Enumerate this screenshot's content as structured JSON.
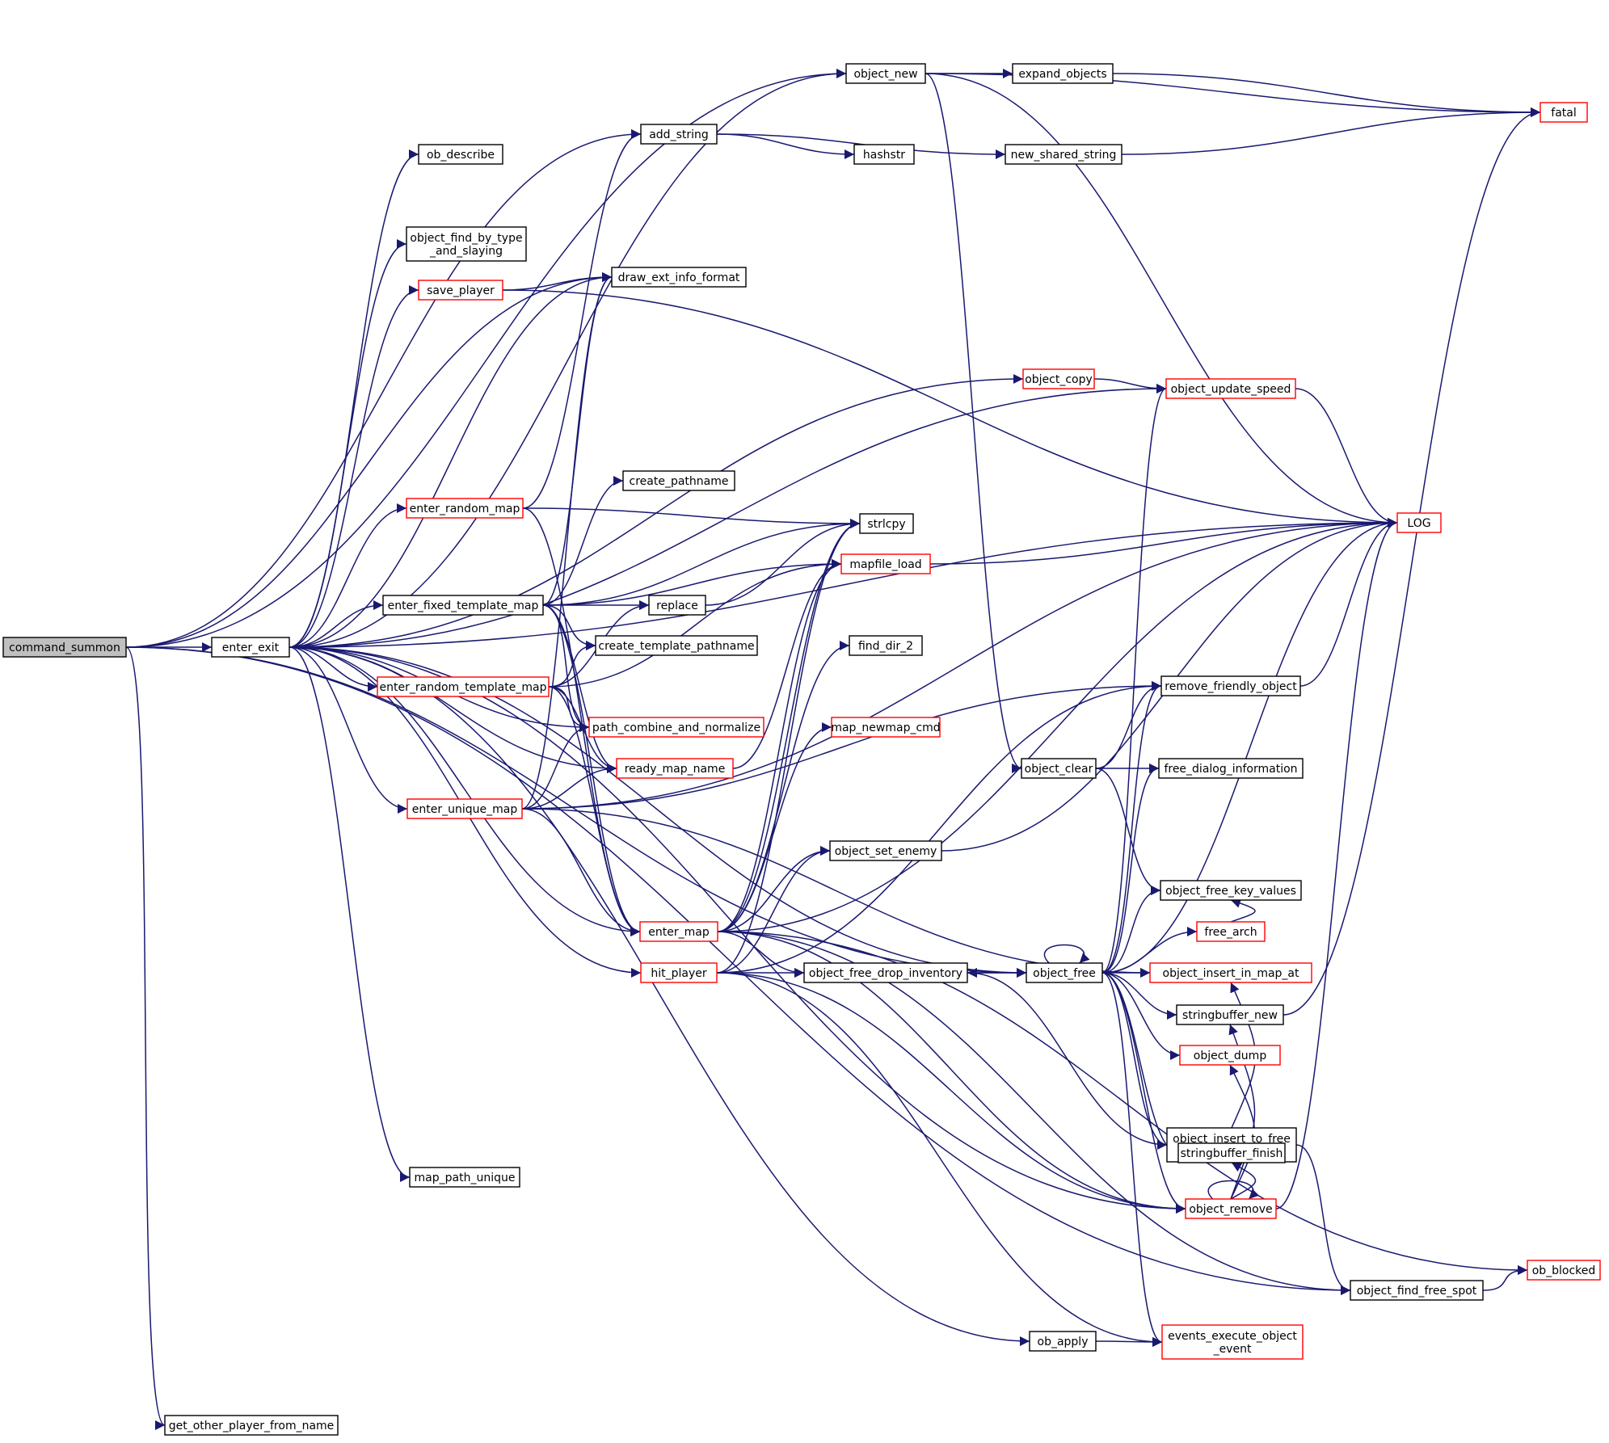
{
  "colors": {
    "edge": "#191970",
    "border_normal": "#000000",
    "border_truncated": "#ff0000",
    "highlight_fill": "#bfbfbf"
  },
  "nodes": [
    {
      "id": "command_summon",
      "label": "command_summon",
      "style": "highlight"
    },
    {
      "id": "enter_exit",
      "label": "enter_exit",
      "style": "normal"
    },
    {
      "id": "get_other_player_from_name",
      "label": "get_other_player_from_name",
      "style": "normal"
    },
    {
      "id": "object_new",
      "label": "object_new",
      "style": "normal"
    },
    {
      "id": "add_string",
      "label": "add_string",
      "style": "normal"
    },
    {
      "id": "ob_describe",
      "label": "ob_describe",
      "style": "normal"
    },
    {
      "id": "object_find_by_type_and_slaying",
      "label": "object_find_by_type\n_and_slaying",
      "style": "normal"
    },
    {
      "id": "save_player",
      "label": "save_player",
      "style": "truncated"
    },
    {
      "id": "draw_ext_info_format",
      "label": "draw_ext_info_format",
      "style": "normal"
    },
    {
      "id": "create_pathname",
      "label": "create_pathname",
      "style": "normal"
    },
    {
      "id": "enter_random_map",
      "label": "enter_random_map",
      "style": "truncated"
    },
    {
      "id": "strlcpy",
      "label": "strlcpy",
      "style": "normal"
    },
    {
      "id": "mapfile_load",
      "label": "mapfile_load",
      "style": "truncated"
    },
    {
      "id": "enter_fixed_template_map",
      "label": "enter_fixed_template_map",
      "style": "normal"
    },
    {
      "id": "replace",
      "label": "replace",
      "style": "normal"
    },
    {
      "id": "create_template_pathname",
      "label": "create_template_pathname",
      "style": "normal"
    },
    {
      "id": "find_dir_2",
      "label": "find_dir_2",
      "style": "normal"
    },
    {
      "id": "enter_random_template_map",
      "label": "enter_random_template_map",
      "style": "truncated"
    },
    {
      "id": "path_combine_and_normalize",
      "label": "path_combine_and_normalize",
      "style": "truncated"
    },
    {
      "id": "map_newmap_cmd",
      "label": "map_newmap_cmd",
      "style": "truncated"
    },
    {
      "id": "ready_map_name",
      "label": "ready_map_name",
      "style": "truncated"
    },
    {
      "id": "enter_unique_map",
      "label": "enter_unique_map",
      "style": "truncated"
    },
    {
      "id": "object_set_enemy",
      "label": "object_set_enemy",
      "style": "normal"
    },
    {
      "id": "enter_map",
      "label": "enter_map",
      "style": "truncated"
    },
    {
      "id": "hit_player",
      "label": "hit_player",
      "style": "truncated"
    },
    {
      "id": "object_free_drop_inventory",
      "label": "object_free_drop_inventory",
      "style": "normal"
    },
    {
      "id": "map_path_unique",
      "label": "map_path_unique",
      "style": "normal"
    },
    {
      "id": "ob_apply",
      "label": "ob_apply",
      "style": "normal"
    },
    {
      "id": "expand_objects",
      "label": "expand_objects",
      "style": "normal"
    },
    {
      "id": "hashstr",
      "label": "hashstr",
      "style": "normal"
    },
    {
      "id": "new_shared_string",
      "label": "new_shared_string",
      "style": "normal"
    },
    {
      "id": "object_copy",
      "label": "object_copy",
      "style": "truncated"
    },
    {
      "id": "object_clear",
      "label": "object_clear",
      "style": "normal"
    },
    {
      "id": "object_free",
      "label": "object_free",
      "style": "normal"
    },
    {
      "id": "object_update_speed",
      "label": "object_update_speed",
      "style": "truncated"
    },
    {
      "id": "remove_friendly_object",
      "label": "remove_friendly_object",
      "style": "normal"
    },
    {
      "id": "free_dialog_information",
      "label": "free_dialog_information",
      "style": "normal"
    },
    {
      "id": "object_free_key_values",
      "label": "object_free_key_values",
      "style": "normal"
    },
    {
      "id": "free_arch",
      "label": "free_arch",
      "style": "truncated"
    },
    {
      "id": "object_insert_in_map_at",
      "label": "object_insert_in_map_at",
      "style": "truncated"
    },
    {
      "id": "stringbuffer_new",
      "label": "stringbuffer_new",
      "style": "normal"
    },
    {
      "id": "object_dump",
      "label": "object_dump",
      "style": "truncated"
    },
    {
      "id": "object_insert_to_free_spot_or_free",
      "label": "object_insert_to_free\n_spot_or_free",
      "style": "normal"
    },
    {
      "id": "stringbuffer_finish",
      "label": "stringbuffer_finish",
      "style": "normal"
    },
    {
      "id": "object_remove",
      "label": "object_remove",
      "style": "truncated"
    },
    {
      "id": "object_find_free_spot",
      "label": "object_find_free_spot",
      "style": "normal"
    },
    {
      "id": "events_execute_object_event",
      "label": "events_execute_object\n_event",
      "style": "truncated"
    },
    {
      "id": "fatal",
      "label": "fatal",
      "style": "truncated"
    },
    {
      "id": "LOG",
      "label": "LOG",
      "style": "truncated"
    },
    {
      "id": "ob_blocked",
      "label": "ob_blocked",
      "style": "truncated"
    }
  ],
  "edges": [
    [
      "command_summon",
      "enter_exit"
    ],
    [
      "command_summon",
      "object_new"
    ],
    [
      "command_summon",
      "add_string"
    ],
    [
      "command_summon",
      "draw_ext_info_format"
    ],
    [
      "command_summon",
      "object_free"
    ],
    [
      "command_summon",
      "object_find_free_spot"
    ],
    [
      "command_summon",
      "get_other_player_from_name"
    ],
    [
      "enter_exit",
      "object_new"
    ],
    [
      "enter_exit",
      "ob_describe"
    ],
    [
      "enter_exit",
      "object_find_by_type_and_slaying"
    ],
    [
      "enter_exit",
      "save_player"
    ],
    [
      "enter_exit",
      "draw_ext_info_format"
    ],
    [
      "enter_exit",
      "enter_random_map"
    ],
    [
      "enter_exit",
      "enter_fixed_template_map"
    ],
    [
      "enter_exit",
      "enter_random_template_map"
    ],
    [
      "enter_exit",
      "path_combine_and_normalize"
    ],
    [
      "enter_exit",
      "ready_map_name"
    ],
    [
      "enter_exit",
      "enter_unique_map"
    ],
    [
      "enter_exit",
      "enter_map"
    ],
    [
      "enter_exit",
      "hit_player"
    ],
    [
      "enter_exit",
      "map_path_unique"
    ],
    [
      "enter_exit",
      "ob_apply"
    ],
    [
      "enter_exit",
      "object_copy"
    ],
    [
      "enter_exit",
      "object_update_speed"
    ],
    [
      "enter_exit",
      "object_free"
    ],
    [
      "enter_exit",
      "object_remove"
    ],
    [
      "enter_exit",
      "LOG"
    ],
    [
      "object_new",
      "expand_objects"
    ],
    [
      "object_new",
      "fatal"
    ],
    [
      "object_new",
      "LOG"
    ],
    [
      "object_new",
      "object_clear"
    ],
    [
      "add_string",
      "hashstr"
    ],
    [
      "add_string",
      "new_shared_string"
    ],
    [
      "save_player",
      "draw_ext_info_format"
    ],
    [
      "save_player",
      "LOG"
    ],
    [
      "enter_random_map",
      "add_string"
    ],
    [
      "enter_random_map",
      "strlcpy"
    ],
    [
      "enter_random_map",
      "enter_map"
    ],
    [
      "enter_fixed_template_map",
      "draw_ext_info_format"
    ],
    [
      "enter_fixed_template_map",
      "create_pathname"
    ],
    [
      "enter_fixed_template_map",
      "strlcpy"
    ],
    [
      "enter_fixed_template_map",
      "mapfile_load"
    ],
    [
      "enter_fixed_template_map",
      "replace"
    ],
    [
      "enter_fixed_template_map",
      "create_template_pathname"
    ],
    [
      "enter_fixed_template_map",
      "path_combine_and_normalize"
    ],
    [
      "enter_fixed_template_map",
      "ready_map_name"
    ],
    [
      "enter_fixed_template_map",
      "enter_map"
    ],
    [
      "enter_random_template_map",
      "replace"
    ],
    [
      "enter_random_template_map",
      "create_template_pathname"
    ],
    [
      "enter_random_template_map",
      "path_combine_and_normalize"
    ],
    [
      "enter_random_template_map",
      "ready_map_name"
    ],
    [
      "enter_random_template_map",
      "mapfile_load"
    ],
    [
      "enter_random_template_map",
      "enter_map"
    ],
    [
      "enter_unique_map",
      "draw_ext_info_format"
    ],
    [
      "enter_unique_map",
      "path_combine_and_normalize"
    ],
    [
      "enter_unique_map",
      "ready_map_name"
    ],
    [
      "enter_unique_map",
      "LOG"
    ],
    [
      "enter_unique_map",
      "enter_map"
    ],
    [
      "enter_unique_map",
      "remove_friendly_object"
    ],
    [
      "enter_unique_map",
      "object_insert_in_map_at"
    ],
    [
      "replace",
      "strlcpy"
    ],
    [
      "ready_map_name",
      "mapfile_load"
    ],
    [
      "mapfile_load",
      "LOG"
    ],
    [
      "enter_map",
      "strlcpy"
    ],
    [
      "enter_map",
      "mapfile_load"
    ],
    [
      "enter_map",
      "find_dir_2"
    ],
    [
      "enter_map",
      "map_newmap_cmd"
    ],
    [
      "enter_map",
      "object_set_enemy"
    ],
    [
      "enter_map",
      "object_free_drop_inventory"
    ],
    [
      "enter_map",
      "object_remove"
    ],
    [
      "enter_map",
      "object_find_free_spot"
    ],
    [
      "enter_map",
      "ob_blocked"
    ],
    [
      "enter_map",
      "LOG"
    ],
    [
      "hit_player",
      "object_set_enemy"
    ],
    [
      "hit_player",
      "object_free_drop_inventory"
    ],
    [
      "hit_player",
      "remove_friendly_object"
    ],
    [
      "hit_player",
      "object_remove"
    ],
    [
      "hit_player",
      "events_execute_object_event"
    ],
    [
      "hit_player",
      "strlcpy"
    ],
    [
      "object_set_enemy",
      "LOG"
    ],
    [
      "object_free_drop_inventory",
      "object_free"
    ],
    [
      "object_free",
      "object_free_drop_inventory"
    ],
    [
      "object_free",
      "object_free"
    ],
    [
      "object_free",
      "object_update_speed"
    ],
    [
      "object_free",
      "remove_friendly_object"
    ],
    [
      "object_free",
      "free_dialog_information"
    ],
    [
      "object_free",
      "object_free_key_values"
    ],
    [
      "object_free",
      "free_arch"
    ],
    [
      "object_free",
      "object_insert_in_map_at"
    ],
    [
      "object_free",
      "stringbuffer_new"
    ],
    [
      "object_free",
      "object_dump"
    ],
    [
      "object_free",
      "object_insert_to_free_spot_or_free"
    ],
    [
      "object_free",
      "stringbuffer_finish"
    ],
    [
      "object_free",
      "object_remove"
    ],
    [
      "object_free",
      "events_execute_object_event"
    ],
    [
      "object_free",
      "LOG"
    ],
    [
      "object_copy",
      "object_update_speed"
    ],
    [
      "object_update_speed",
      "LOG"
    ],
    [
      "object_clear",
      "remove_friendly_object"
    ],
    [
      "object_clear",
      "free_dialog_information"
    ],
    [
      "object_clear",
      "object_free_key_values"
    ],
    [
      "remove_friendly_object",
      "LOG"
    ],
    [
      "free_arch",
      "object_free_key_values"
    ],
    [
      "object_insert_to_free_spot_or_free",
      "object_insert_in_map_at"
    ],
    [
      "object_insert_to_free_spot_or_free",
      "object_find_free_spot"
    ],
    [
      "object_insert_to_free_spot_or_free",
      "object_free_drop_inventory"
    ],
    [
      "object_remove",
      "object_remove"
    ],
    [
      "object_remove",
      "LOG"
    ],
    [
      "object_remove",
      "stringbuffer_new"
    ],
    [
      "object_remove",
      "object_dump"
    ],
    [
      "object_remove",
      "stringbuffer_finish"
    ],
    [
      "object_find_free_spot",
      "ob_blocked"
    ],
    [
      "ob_apply",
      "events_execute_object_event"
    ],
    [
      "expand_objects",
      "fatal"
    ],
    [
      "new_shared_string",
      "fatal"
    ],
    [
      "stringbuffer_new",
      "fatal"
    ]
  ]
}
